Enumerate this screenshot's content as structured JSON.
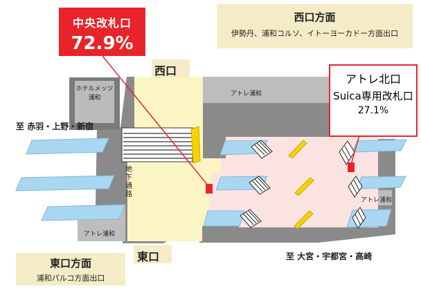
{
  "central_gate": {
    "name": "中央改札口",
    "share": "72.9%"
  },
  "west_exit": {
    "label": "西口",
    "area_title": "西口方面",
    "area_sub": "伊勢丹、浦和コルソ、イトーヨーカドー方面出口"
  },
  "east_exit": {
    "label": "東口",
    "area_title": "東口方面",
    "area_sub": "浦和パルコ方面出口"
  },
  "north_gate": {
    "line1": "アトレ北口",
    "line2": "Suica専用改札口",
    "share": "27.1%"
  },
  "directions": {
    "left": "至 赤羽・上野・新宿",
    "right": "至 大宮・宇都宮・高崎"
  },
  "buildings": {
    "hotel": "ホテルメッツ\n浦和",
    "atre_top": "アトレ浦和",
    "atre_right": "アトレ浦和",
    "atre_left": "アトレ浦和"
  },
  "underpass": "地下通路",
  "colors": {
    "accent_red": "#e8242a",
    "platform_blue": "#a9d6f0",
    "concourse_pink": "#fbe3e2",
    "plaza_yellow": "#fbf5c4",
    "gray_building": "#8a8a8a"
  }
}
